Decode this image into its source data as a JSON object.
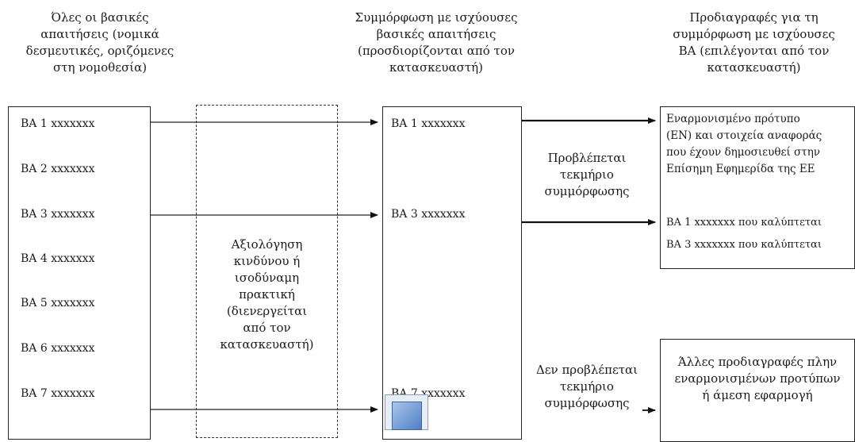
{
  "headers": {
    "col1": "Όλες οι βασικές\nαπαιτήσεις (νομικά\nδεσμευτικές, οριζόμενες\nστη νομοθεσία)",
    "col3": "Συμμόρφωση με ισχύουσες\nβασικές απαιτήσεις\n(προσδιορίζονται από τον\nκατασκευαστή)",
    "col5": "Προδιαγραφές για τη\nσυμμόρφωση με ισχύουσες\nΒΑ (επιλέγονται από τον\nκατασκευαστή)"
  },
  "left_items": [
    "BA 1 xxxxxxx",
    "BA 2 xxxxxxx",
    "BA 3 xxxxxxx",
    "BA 4 xxxxxxx",
    "BA 5 xxxxxxx",
    "BA 6 xxxxxxx",
    "BA 7 xxxxxxx"
  ],
  "risk_box": "Αξιολόγηση\nκινδύνου ή\nισοδύναμη\nπρακτική\n(διενεργείται\nαπό τον\nκατασκευαστή)",
  "middle_items": [
    "BA 1 xxxxxxx",
    "BA 3 xxxxxxx",
    "BA 7 xxxxxxx"
  ],
  "presumption": "Προβλέπεται\nτεκμήριο\nσυμμόρφωσης",
  "no_presumption": "Δεν προβλέπεται\nτεκμήριο\nσυμμόρφωσης",
  "harmonised": {
    "title": "Εναρμονισμένο πρότυπο\n(ΕΝ) και στοιχεία αναφοράς\nπου έχουν δημοσιευθεί στην\nΕπίσημη Εφημερίδα της ΕΕ",
    "covered": [
      "BA 1 xxxxxxx που καλύπτεται",
      "BA 3 xxxxxxx που καλύπτεται"
    ]
  },
  "other_specs": "Άλλες προδιαγραφές πλην\nεναρμονισμένων προτύπων\nή άμεση εφαρμογή"
}
